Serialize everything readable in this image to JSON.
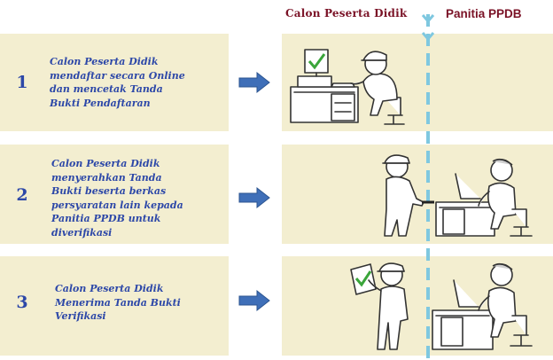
{
  "header": {
    "left_role": "Calon Peserta Didik",
    "right_role": "Panitia PPDB"
  },
  "steps": [
    {
      "number": "1",
      "lines": [
        "Calon Peserta Didik",
        "mendaftar secara Online",
        "dan mencetak Tanda",
        "Bukti Pendaftaran"
      ]
    },
    {
      "number": "2",
      "lines": [
        "Calon Peserta Didik",
        "menyerahkan Tanda",
        "Bukti beserta berkas",
        "persyaratan lain kepada",
        "Panitia PPDB untuk",
        "diverifikasi"
      ]
    },
    {
      "number": "3",
      "lines": [
        "Calon Peserta Didik",
        "Menerima Tanda Bukti",
        "Verifikasi"
      ]
    }
  ],
  "colors": {
    "band": "#f3eed0",
    "step_text": "#2d48a8",
    "header_text": "#7a1226",
    "arrow": "#3f6fb8",
    "divider": "#7fc8e0",
    "check": "#3aa53a"
  },
  "icons": [
    "arrow-right-icon",
    "checkmark-icon",
    "dashed-divider",
    "chevron-down-icon"
  ]
}
